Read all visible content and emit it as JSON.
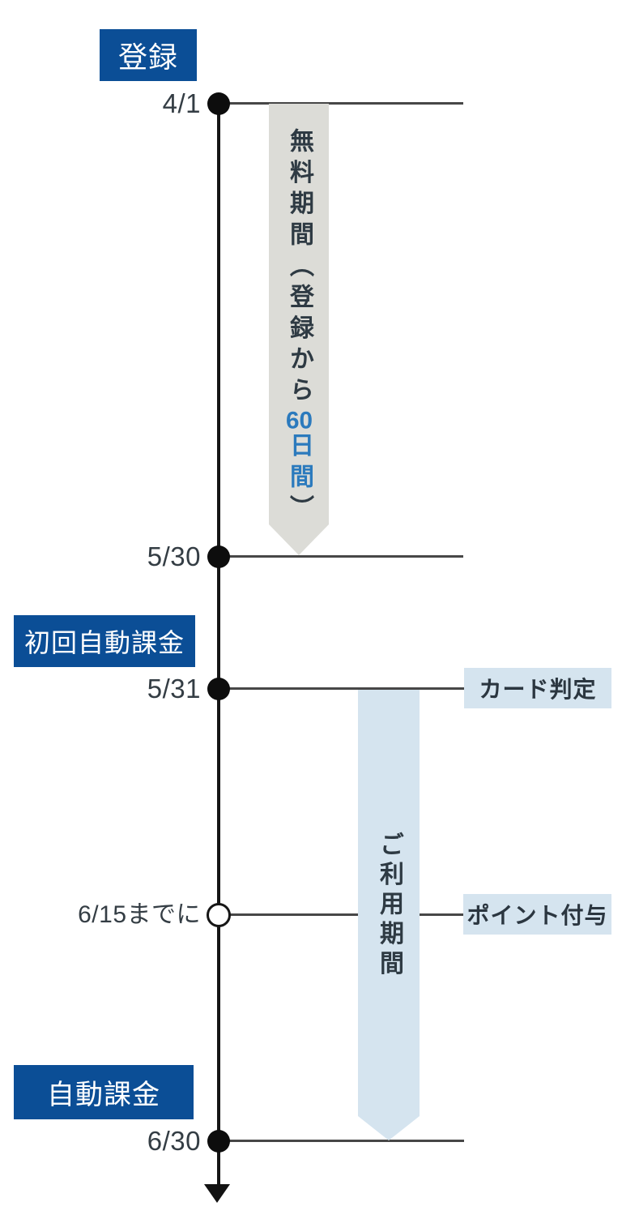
{
  "diagram": {
    "title": "subscription-billing-timeline",
    "colors": {
      "primary_blue": "#0b4e96",
      "band_gray": "#dcdcd7",
      "band_light_blue": "#d5e4ef",
      "accent_blue": "#2b7abd",
      "text_dark": "#343d44",
      "line_dark": "#474747"
    },
    "stage_boxes": {
      "registration": "登録",
      "first_auto_billing": "初回自動課金",
      "auto_billing": "自動課金"
    },
    "events": [
      {
        "date": "4/1",
        "marker": "filled-dot"
      },
      {
        "date": "5/30",
        "marker": "filled-dot"
      },
      {
        "date": "5/31",
        "marker": "filled-dot",
        "tag": "カード判定"
      },
      {
        "date": "6/15までに",
        "marker": "open-dot",
        "tag": "ポイント付与"
      },
      {
        "date": "6/30",
        "marker": "filled-dot"
      }
    ],
    "free_period_band": {
      "text_before": "無料期間（登録から",
      "highlight_number": "60",
      "highlight_suffix": "日間",
      "text_after": "）"
    },
    "usage_period_band": {
      "text": "ご利用期間"
    }
  }
}
